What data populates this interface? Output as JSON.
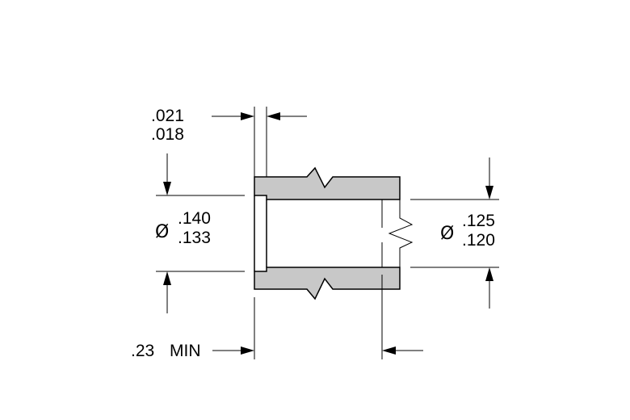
{
  "colors": {
    "section_fill": "#c8c8c8",
    "line": "#000000",
    "background": "#ffffff"
  },
  "dimensions": {
    "counterbore_depth": {
      "upper": ".021",
      "lower": ".018"
    },
    "outer_diameter": {
      "symbol": "Ø",
      "upper": ".140",
      "lower": ".133"
    },
    "inner_diameter": {
      "symbol": "Ø",
      "upper": ".125",
      "lower": ".120"
    },
    "depth": {
      "value": ".23",
      "suffix": "MIN"
    }
  }
}
